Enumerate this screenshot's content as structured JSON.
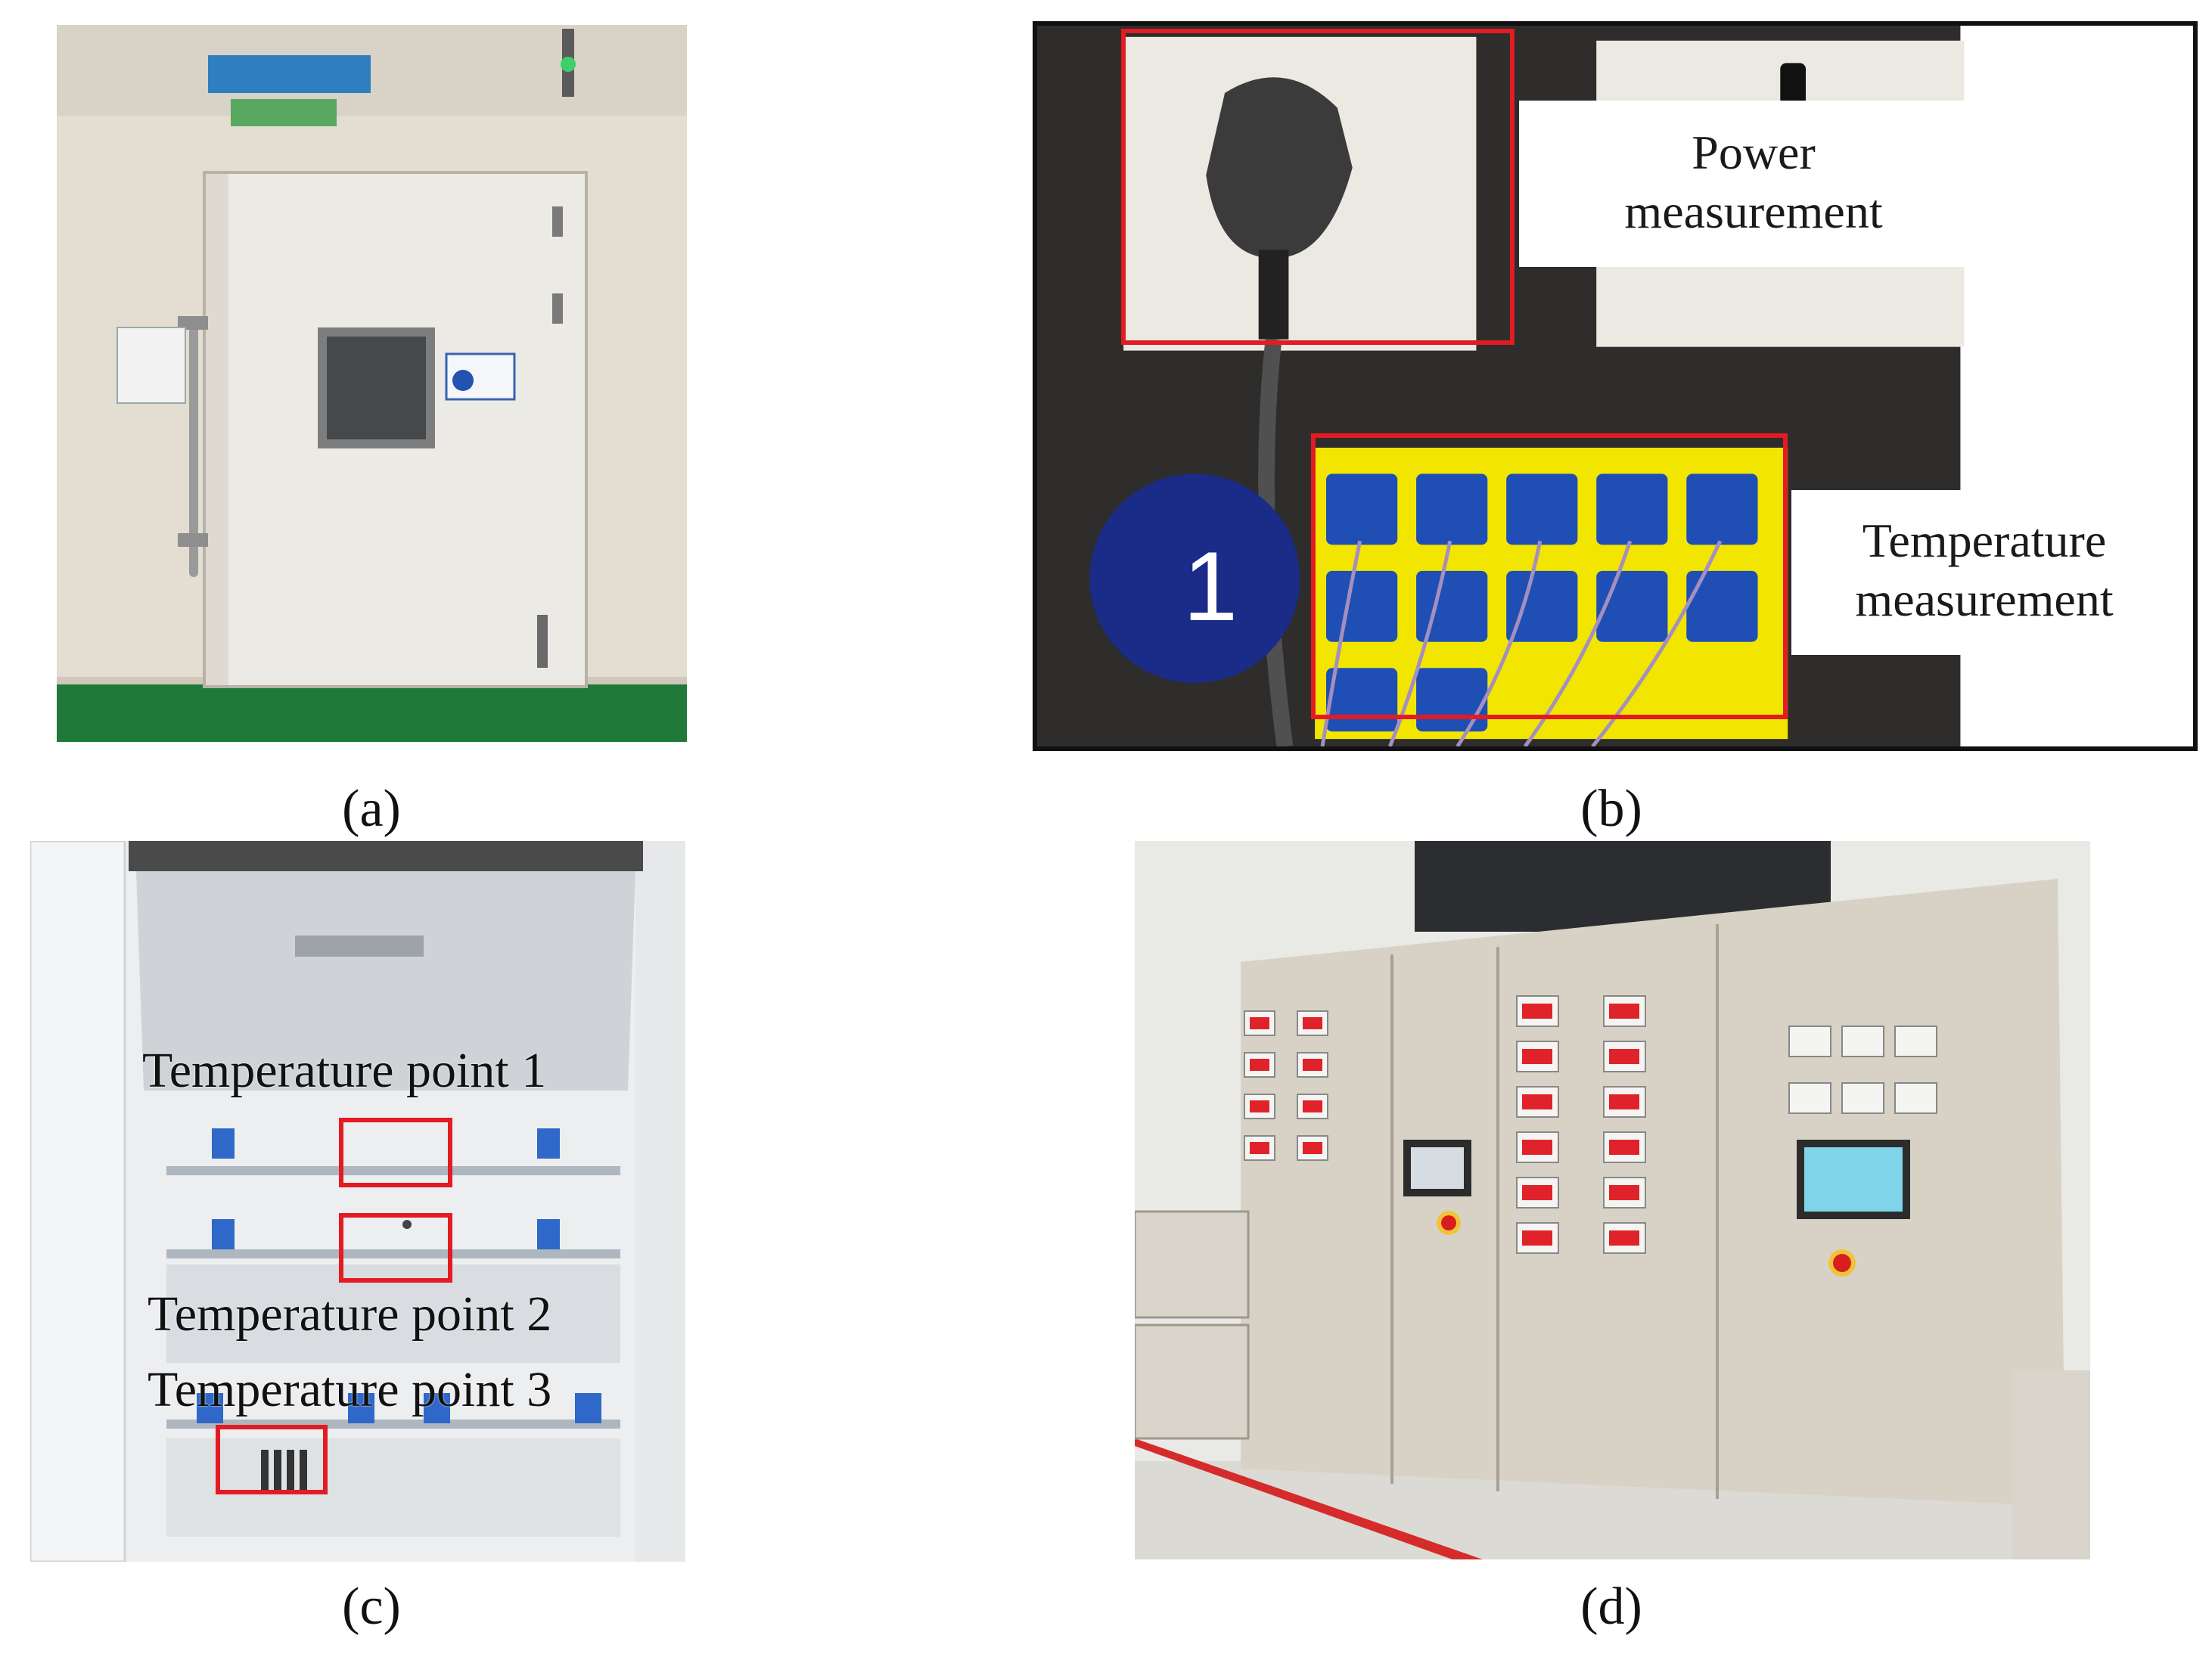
{
  "figure": {
    "captions": {
      "a": "(a)",
      "b": "(b)",
      "c": "(c)",
      "d": "(d)"
    },
    "panel_b": {
      "power_label_line1": "Power",
      "power_label_line2": "measurement",
      "temperature_label_line1": "Temperature",
      "temperature_label_line2": "measurement",
      "badge_number": "1"
    },
    "panel_c": {
      "point1": "Temperature point 1",
      "point2": "Temperature point 2",
      "point3": "Temperature point 3"
    },
    "colors": {
      "annotation_red": "#e31b23",
      "floor_green": "#1f7a3a",
      "plug_panel_dark": "#2e2d2b",
      "terminal_blue": "#1f4fb5",
      "terminal_yellow": "#f2e600",
      "cabinet_beige": "#d8d2c6"
    }
  }
}
